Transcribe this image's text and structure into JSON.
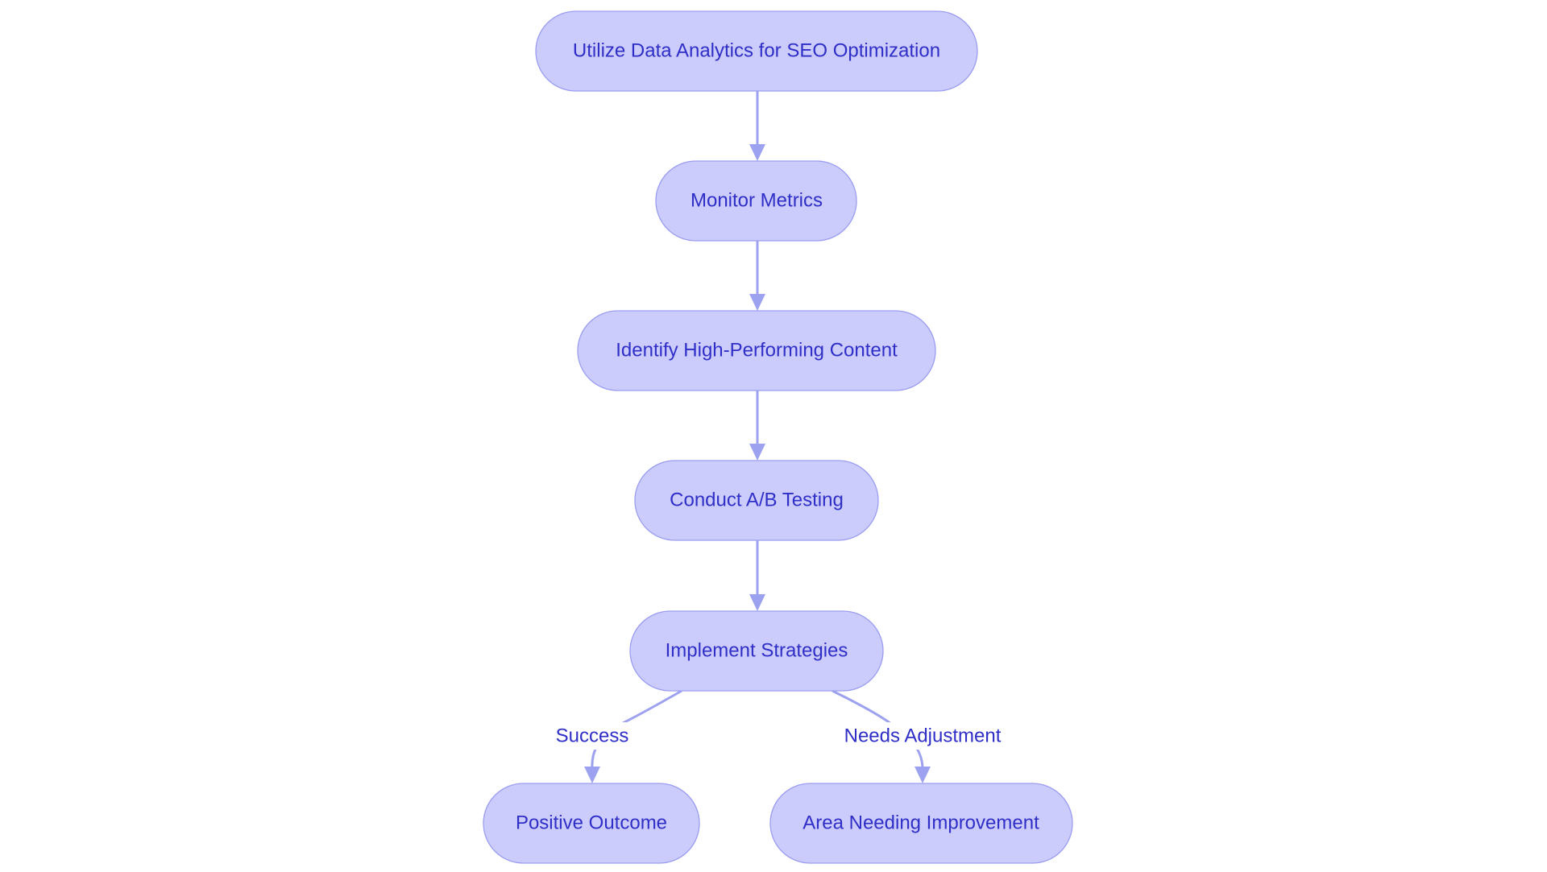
{
  "diagram": {
    "type": "flowchart",
    "colors": {
      "node_fill": "#cbcbfc",
      "node_border": "#9b9ef0",
      "text": "#2f2fc8",
      "edge": "#9da2f0",
      "background": "#ffffff"
    },
    "nodes": [
      {
        "id": "utilize",
        "label": "Utilize Data Analytics for SEO Optimization"
      },
      {
        "id": "monitor",
        "label": "Monitor Metrics"
      },
      {
        "id": "identify",
        "label": "Identify High-Performing Content"
      },
      {
        "id": "conduct",
        "label": "Conduct A/B Testing"
      },
      {
        "id": "implement",
        "label": "Implement Strategies"
      },
      {
        "id": "positive",
        "label": "Positive Outcome"
      },
      {
        "id": "improve",
        "label": "Area Needing Improvement"
      }
    ],
    "edges": [
      {
        "from": "utilize",
        "to": "monitor",
        "label": ""
      },
      {
        "from": "monitor",
        "to": "identify",
        "label": ""
      },
      {
        "from": "identify",
        "to": "conduct",
        "label": ""
      },
      {
        "from": "conduct",
        "to": "implement",
        "label": ""
      },
      {
        "from": "implement",
        "to": "positive",
        "label": "Success"
      },
      {
        "from": "implement",
        "to": "improve",
        "label": "Needs Adjustment"
      }
    ]
  }
}
